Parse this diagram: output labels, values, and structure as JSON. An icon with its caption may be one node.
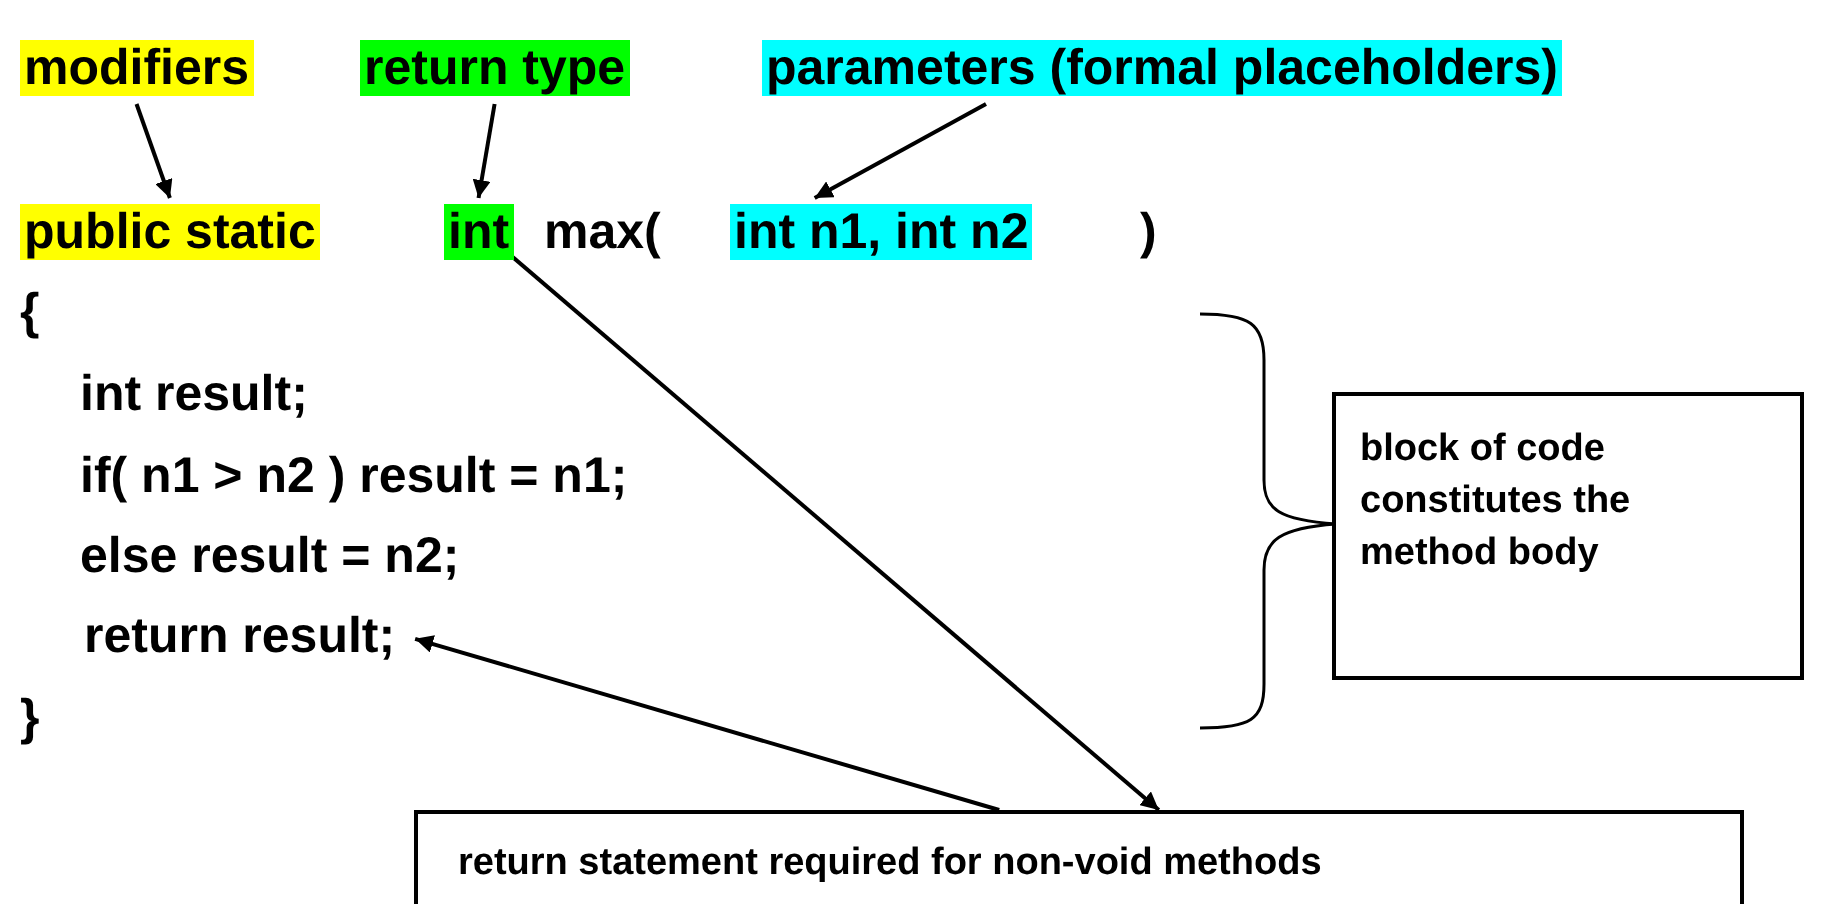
{
  "diagram": {
    "nodes": [
      {
        "text": [
          "modifiers"
        ]
      },
      {
        "text": [
          "return type"
        ]
      },
      {
        "text": [
          "parameters (formal placeholders)"
        ]
      },
      {
        "text": [
          "public static"
        ]
      },
      {
        "text": [
          "int"
        ]
      },
      {
        "text": [
          "int n1, int n2"
        ]
      },
      {
        "text": [
          "return result;"
        ]
      },
      {
        "text": [
          "block of code constitutes the method body"
        ]
      },
      {
        "text": [
          "return statement required for non-void methods"
        ]
      }
    ],
    "edges": [
      {
        "from": 0,
        "to": 3,
        "arrow": "to"
      },
      {
        "from": 1,
        "to": 4,
        "arrow": "to"
      },
      {
        "from": 2,
        "to": 5,
        "arrow": "to"
      },
      {
        "from": 4,
        "to": 8,
        "arrow": "to"
      },
      {
        "from": 8,
        "to": 6,
        "arrow": "to"
      }
    ],
    "labels": [
      "max(",
      ")",
      "{",
      "int result;",
      "if( n1 > n2 ) result = n1;",
      "else result = n2;",
      "}"
    ]
  }
}
